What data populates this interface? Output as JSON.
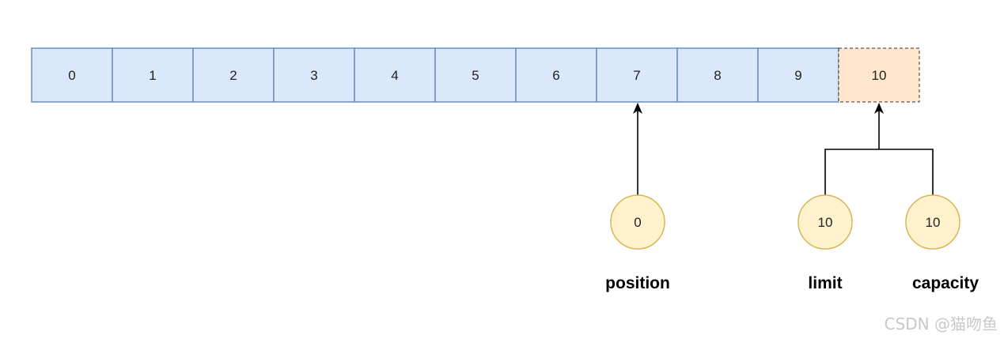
{
  "buffer": {
    "cells": [
      "0",
      "1",
      "2",
      "3",
      "4",
      "5",
      "6",
      "7",
      "8",
      "9"
    ],
    "extra_cell": "10"
  },
  "pointers": {
    "position": {
      "label": "position",
      "value": "0",
      "points_to_index": 7
    },
    "limit": {
      "label": "limit",
      "value": "10",
      "points_to_index": 10
    },
    "capacity": {
      "label": "capacity",
      "value": "10",
      "points_to_index": 10
    }
  },
  "colors": {
    "cell_fill": "#dae8fc",
    "cell_stroke": "#6c8ebf",
    "extra_fill": "#ffe6cc",
    "extra_stroke": "#333333",
    "circle_fill": "#fff2cc",
    "circle_stroke": "#d6b656",
    "arrow": "#000000"
  },
  "watermark": "CSDN @猫吻鱼"
}
